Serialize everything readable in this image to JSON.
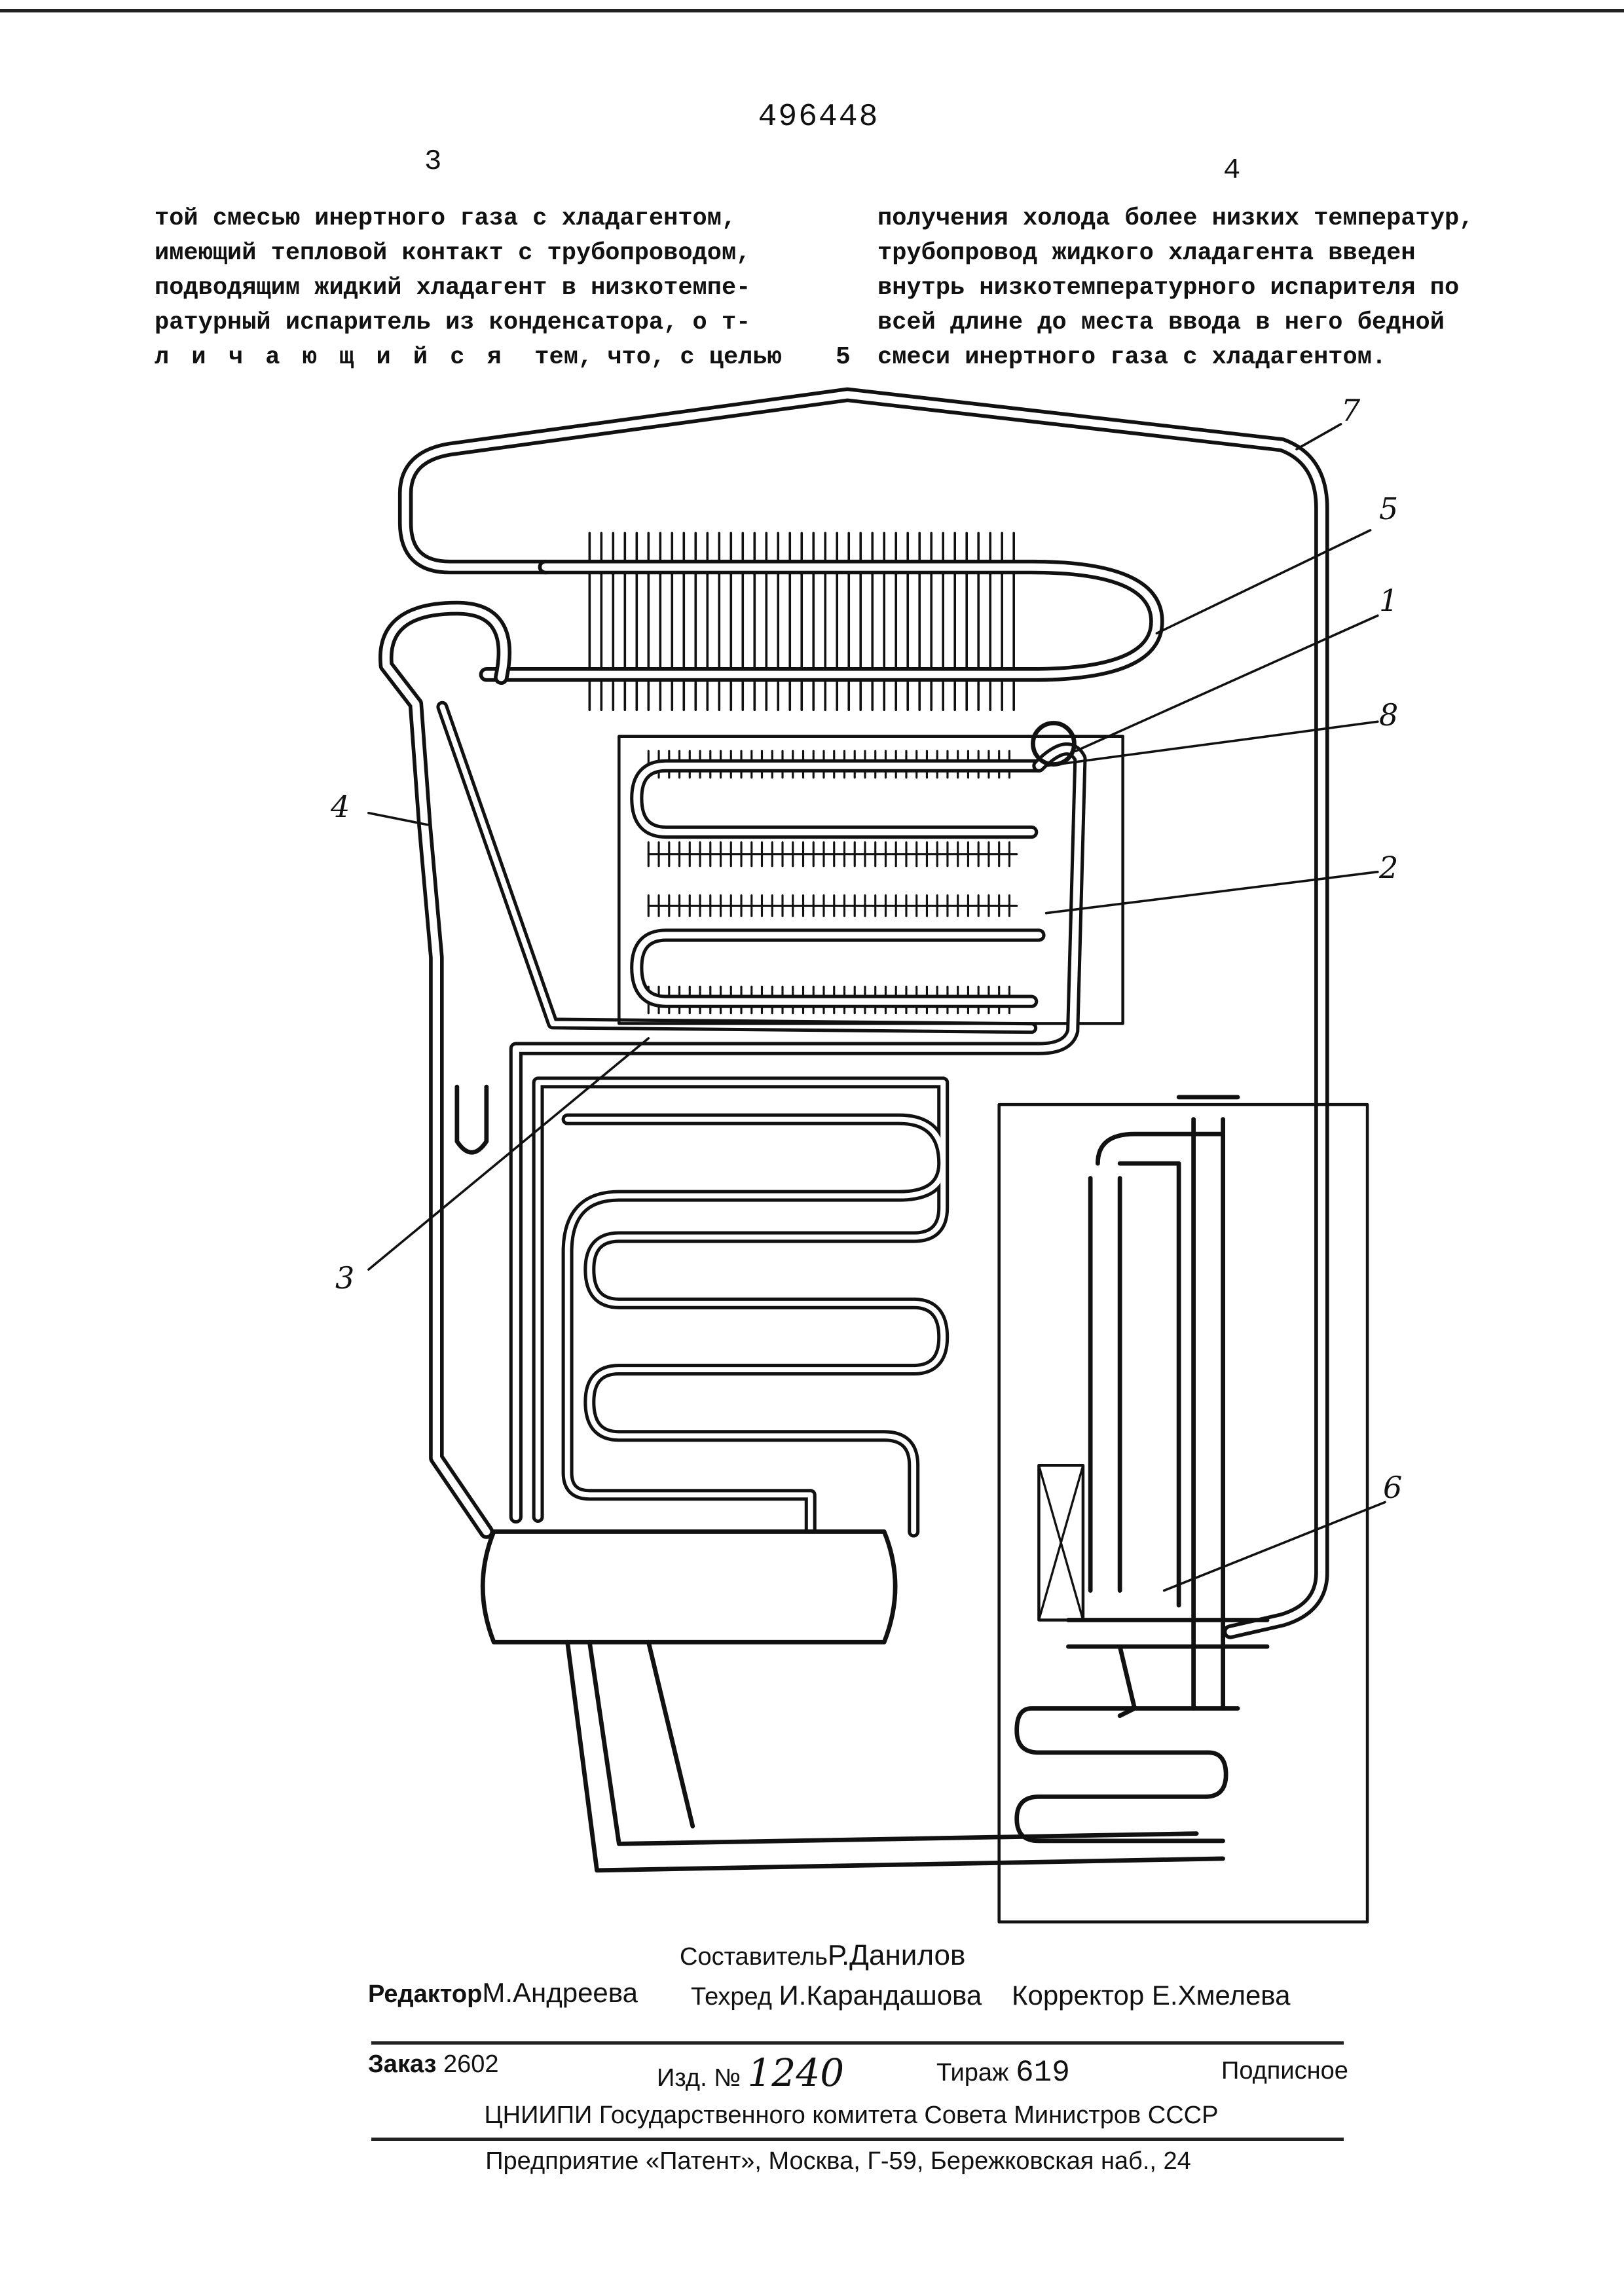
{
  "patent_number": "496448",
  "column_numbers": {
    "left": "3",
    "right": "4"
  },
  "line_marker": "5",
  "left_column": [
    "той смесью инертного газа с хладагентом,",
    "имеющий тепловой контакт с трубопроводом,",
    "подводящим жидкий хладагент в низкотемпе-",
    "ратурный испаритель из конденсатора, о т-",
    "л и ч а ю щ и й с я",
    "тем, что, с целью"
  ],
  "right_column": [
    "получения холода более низких температур,",
    "трубопровод жидкого хладагента введен",
    "внутрь низкотемпературного испарителя по",
    "всей длине до места ввода в него бедной",
    "смеси инертного газа с хладагентом."
  ],
  "figure": {
    "labels": [
      "7",
      "5",
      "1",
      "8",
      "2",
      "4",
      "3",
      "6"
    ]
  },
  "imprint": {
    "compiler_label": "Составитель",
    "compiler": "Р.Данилов",
    "editor_label": "Редактор",
    "editor": "М.Андреева",
    "techred_label": "Техред",
    "techred": "И.Карандашова",
    "corrector_label": "Корректор",
    "corrector": "Е.Хмелева",
    "order_label": "Заказ",
    "order": "2602",
    "edition_label": "Изд. №",
    "edition": "1240",
    "circulation_label": "Тираж",
    "circulation": "619",
    "subscription": "Подписное",
    "institute": "ЦНИИПИ Государственного комитета Совета Министров СССР",
    "enterprise": "Предприятие «Патент», Москва, Г-59, Бережковская наб., 24"
  }
}
